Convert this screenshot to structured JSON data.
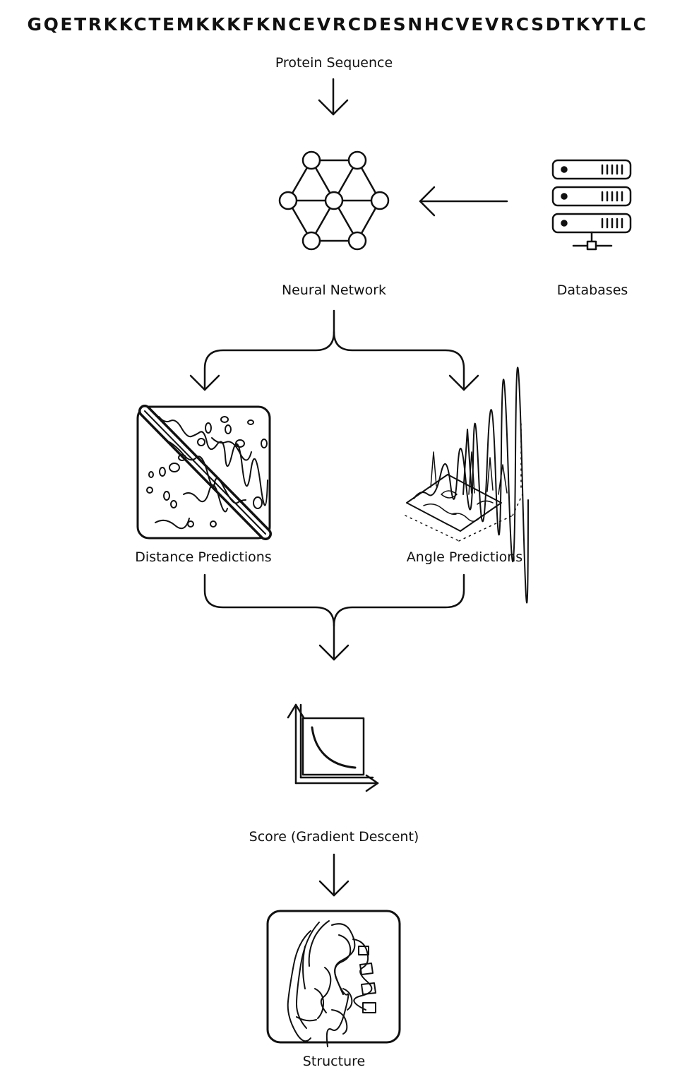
{
  "sequence": "GQETRKKCTEMKKKFKNCEVRCDESNHCVEVRCSDTKYTLC",
  "labels": {
    "protein_sequence": "Protein Sequence",
    "neural_network": "Neural Network",
    "databases": "Databases",
    "distance_predictions": "Distance Predictions",
    "angle_predictions": "Angle Predictions",
    "score": "Score (Gradient Descent)",
    "structure": "Structure"
  },
  "icons": {
    "neural_network": "neural-network-icon",
    "databases": "database-server-icon",
    "distance": "distance-heatmap-icon",
    "angle": "angle-surface-plot-icon",
    "score": "descent-curve-chart-icon",
    "structure": "protein-structure-icon"
  },
  "colors": {
    "line": "#111111",
    "background": "#ffffff"
  }
}
